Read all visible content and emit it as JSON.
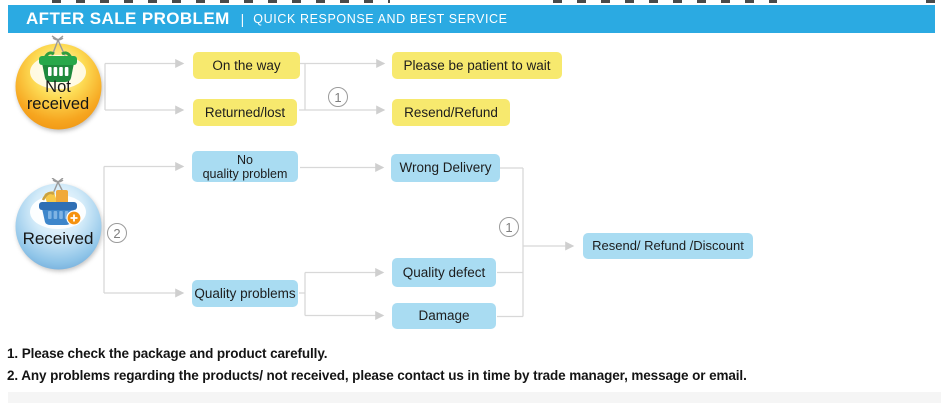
{
  "header": {
    "title": "AFTER SALE PROBLEM",
    "separator": "|",
    "subtitle": "QUICK RESPONSE AND BEST SERVICE"
  },
  "flow": {
    "not_received": {
      "line1": "Not",
      "line2": "received"
    },
    "received": {
      "label": "Received"
    },
    "boxes": {
      "on_the_way": "On the way",
      "returned_lost": "Returned/lost",
      "please_wait": "Please be patient to wait",
      "resend_refund": "Resend/Refund",
      "no_quality_line1": "No",
      "no_quality_line2": "quality problem",
      "wrong_delivery": "Wrong Delivery",
      "quality_problems": "Quality problems",
      "quality_defect": "Quality defect",
      "damage": "Damage",
      "resend_refund_discount": "Resend/ Refund /Discount"
    },
    "badges": {
      "one": "1",
      "two": "2"
    }
  },
  "notes": {
    "line1": "1. Please check the package and product carefully.",
    "line2": "2. Any problems regarding the products/ not received, please contact us in time by trade manager, message or email."
  },
  "icons": {
    "not_received": "green-shopping-basket-icon",
    "received": "blue-shopping-basket-icon"
  },
  "colors": {
    "header_bar": "#2baae2",
    "yellow_box": "#f7e96e",
    "blue_box": "#a9dcf2",
    "connector": "#d8d8d8",
    "orange_node": "#f6a51f",
    "blue_node": "#8ec4e8"
  }
}
